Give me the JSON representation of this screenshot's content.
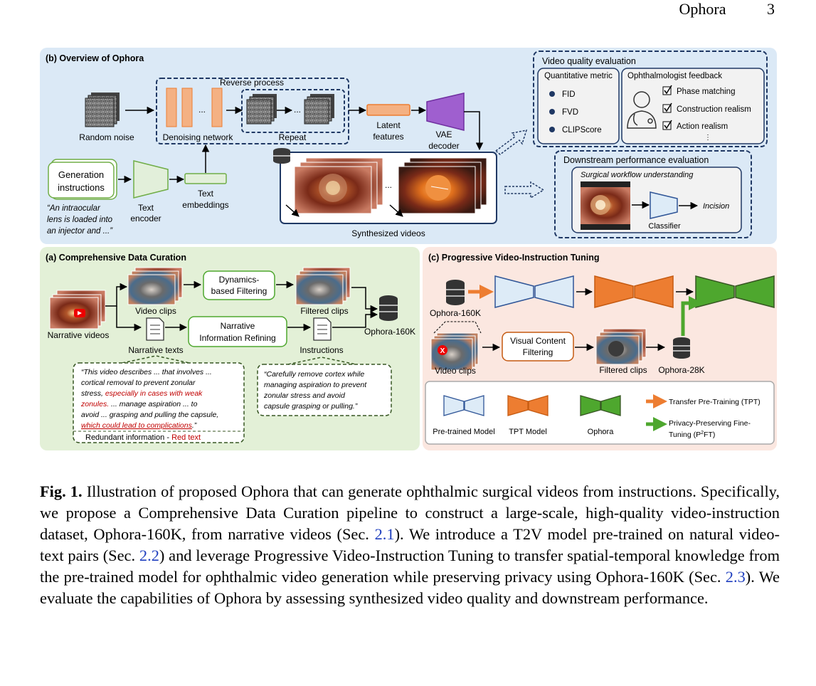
{
  "header": {
    "running_title": "Ophora",
    "page_number": "3"
  },
  "panel_b": {
    "title": "(b) Overview of Ophora",
    "random_noise": "Random noise",
    "reverse_process": "Reverse process",
    "denoising_network": "Denoising network",
    "repeat": "Repeat",
    "ellipsis": "...",
    "latent_features_1": "Latent",
    "latent_features_2": "features",
    "vae_decoder_1": "VAE",
    "vae_decoder_2": "decoder",
    "generation_instructions_1": "Generation",
    "generation_instructions_2": "instructions",
    "text_encoder_1": "Text",
    "text_encoder_2": "encoder",
    "text_embeddings_1": "Text",
    "text_embeddings_2": "embeddings",
    "example_instruction_1": "“An intraocular",
    "example_instruction_2": "lens is loaded into",
    "example_instruction_3": "an injector and ...”",
    "synthesized_videos": "Synthesized videos",
    "video_quality_evaluation": "Video quality evaluation",
    "quantitative_metric": "Quantitative metric",
    "metrics": [
      "FID",
      "FVD",
      "CLIPScore"
    ],
    "ophthalmologist_feedback": "Ophthalmologist feedback",
    "feedback_items": [
      "Phase matching",
      "Construction realism",
      "Action realism"
    ],
    "vdots": "⋮",
    "downstream_evaluation": "Downstream performance evaluation",
    "surgical_workflow": "Surgical workflow understanding",
    "classifier": "Classifier",
    "incision": "Incision"
  },
  "panel_a": {
    "title": "(a) Comprehensive Data Curation",
    "narrative_videos": "Narrative videos",
    "video_clips": "Video clips",
    "dynamics_filtering_1": "Dynamics-",
    "dynamics_filtering_2": "based Filtering",
    "filtered_clips": "Filtered clips",
    "narrative_texts": "Narrative texts",
    "narrative_refining_1": "Narrative",
    "narrative_refining_2": "Information Refining",
    "instructions": "Instructions",
    "dataset": "Ophora-160K",
    "quote1_l1": "“This video describes ... that involves ...",
    "quote1_l2": "cortical removal to prevent zonular",
    "quote1_l3a": "stress, ",
    "quote1_l3b": "especially in cases with weak",
    "quote1_l4a": "zonules.",
    "quote1_l4b": " ... manage aspiration ... to",
    "quote1_l5": "avoid ... grasping and pulling the capsule,",
    "quote1_l6a": "which could lead to complications",
    "quote1_l6b": ".”",
    "redundant_label": "Redundant information - ",
    "redundant_red": "Red text",
    "quote2_l1": "“Carefully remove cortex while",
    "quote2_l2": "managing aspiration to prevent",
    "quote2_l3": "zonular stress and avoid",
    "quote2_l4": "capsule grasping or pulling.”"
  },
  "panel_c": {
    "title": "(c) Progressive Video-Instruction Tuning",
    "ophora_160k": "Ophora-160K",
    "video_clips": "Video clips",
    "visual_filtering_1": "Visual Content",
    "visual_filtering_2": "Filtering",
    "filtered_clips": "Filtered clips",
    "ophora_28k": "Ophora-28K",
    "legend_pretrained": "Pre-trained Model",
    "legend_tpt": "TPT Model",
    "legend_ophora": "Ophora",
    "legend_transfer": "Transfer Pre-Training (TPT)",
    "legend_privacy_1": "Privacy-Preserving Fine-",
    "legend_privacy_2a": "Tuning (P",
    "legend_privacy_2sup": "2",
    "legend_privacy_2b": "FT)"
  },
  "caption": {
    "label": "Fig. 1.",
    "t1": " Illustration of proposed Ophora that can generate ophthalmic surgical videos from instructions. Specifically, we propose a Comprehensive Data Curation pipeline to construct a large-scale, high-quality video-instruction dataset, Ophora-160K, from narrative videos (Sec. ",
    "r1": "2.1",
    "t2": "). We introduce a T2V model pre-trained on natural video-text pairs (Sec. ",
    "r2": "2.2",
    "t3": ") and leverage Progressive Video-Instruction Tuning to transfer spatial-temporal knowledge from the pre-trained model for ophthalmic video generation while preserving privacy using Ophora-160K (Sec. ",
    "r3": "2.3",
    "t4": "). We evaluate the capabilities of Ophora by assessing synthesized video quality and downstream performance."
  },
  "colors": {
    "panel_b_bg": "#dbe9f6",
    "panel_a_bg": "#e3f0d7",
    "panel_c_bg": "#fbe7e0",
    "navy": "#1f3864",
    "orange": "#ed7d31",
    "green": "#4ea72e",
    "purple": "#9f5fcf",
    "blue_light": "#ddebf7",
    "red_text": "#c00000"
  }
}
